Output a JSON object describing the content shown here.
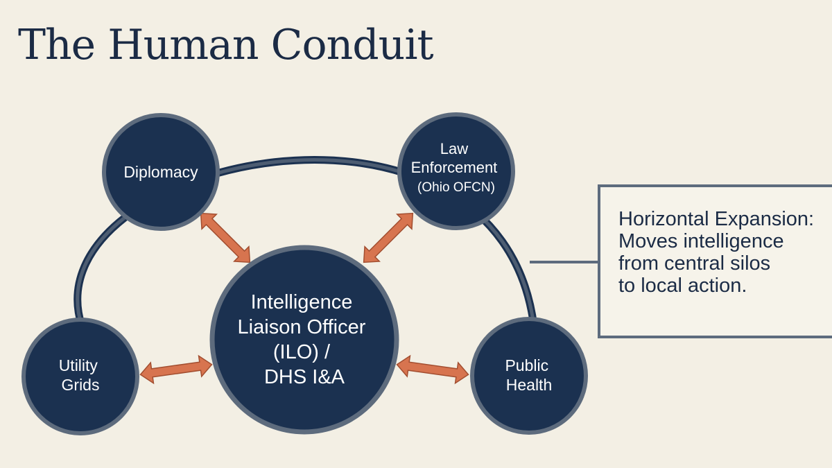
{
  "title": "The Human Conduit",
  "nodes": {
    "center": [
      "Intelligence",
      "Liaison Officer",
      "(ILO) /",
      "DHS I&A"
    ],
    "diplomacy": [
      "Diplomacy"
    ],
    "law_enforcement": [
      "Law",
      "Enforcement",
      "(Ohio OFCN)"
    ],
    "utility_grids": [
      "Utility",
      "Grids"
    ],
    "public_health": [
      "Public",
      "Health"
    ]
  },
  "callout": {
    "lines": [
      "Horizontal Expansion:",
      "Moves intelligence",
      "from central silos",
      "to local action."
    ]
  },
  "colors": {
    "background": "#f3efe4",
    "node_fill": "#1b3150",
    "node_ring": "#5d6b7d",
    "arrow": "#d7744f",
    "text_dark": "#1b2b45"
  }
}
